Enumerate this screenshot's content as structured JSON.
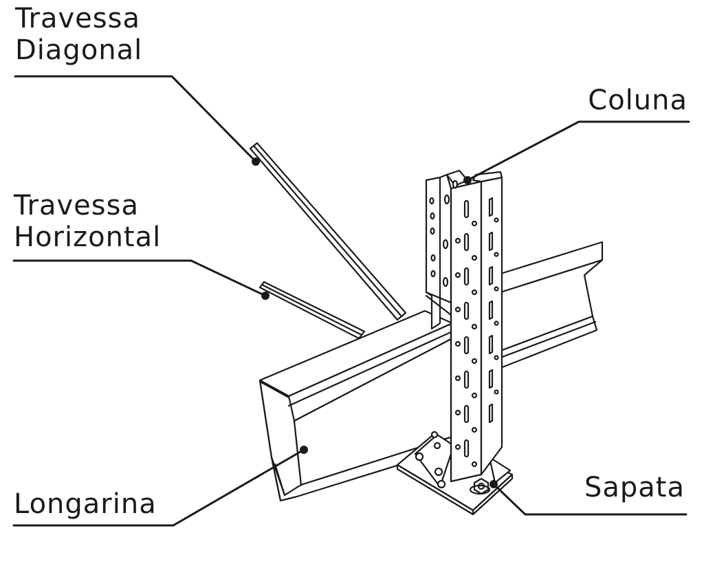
{
  "labels": {
    "travessa_diagonal": [
      "Travessa",
      "Diagonal"
    ],
    "travessa_horizontal": [
      "Travessa",
      "Horizontal"
    ],
    "coluna": "Coluna",
    "longarina": "Longarina",
    "sapata": "Sapata"
  },
  "colors": {
    "line": "#1a1a1a",
    "fill": "#ffffff",
    "shade": "#e9e9e9"
  }
}
